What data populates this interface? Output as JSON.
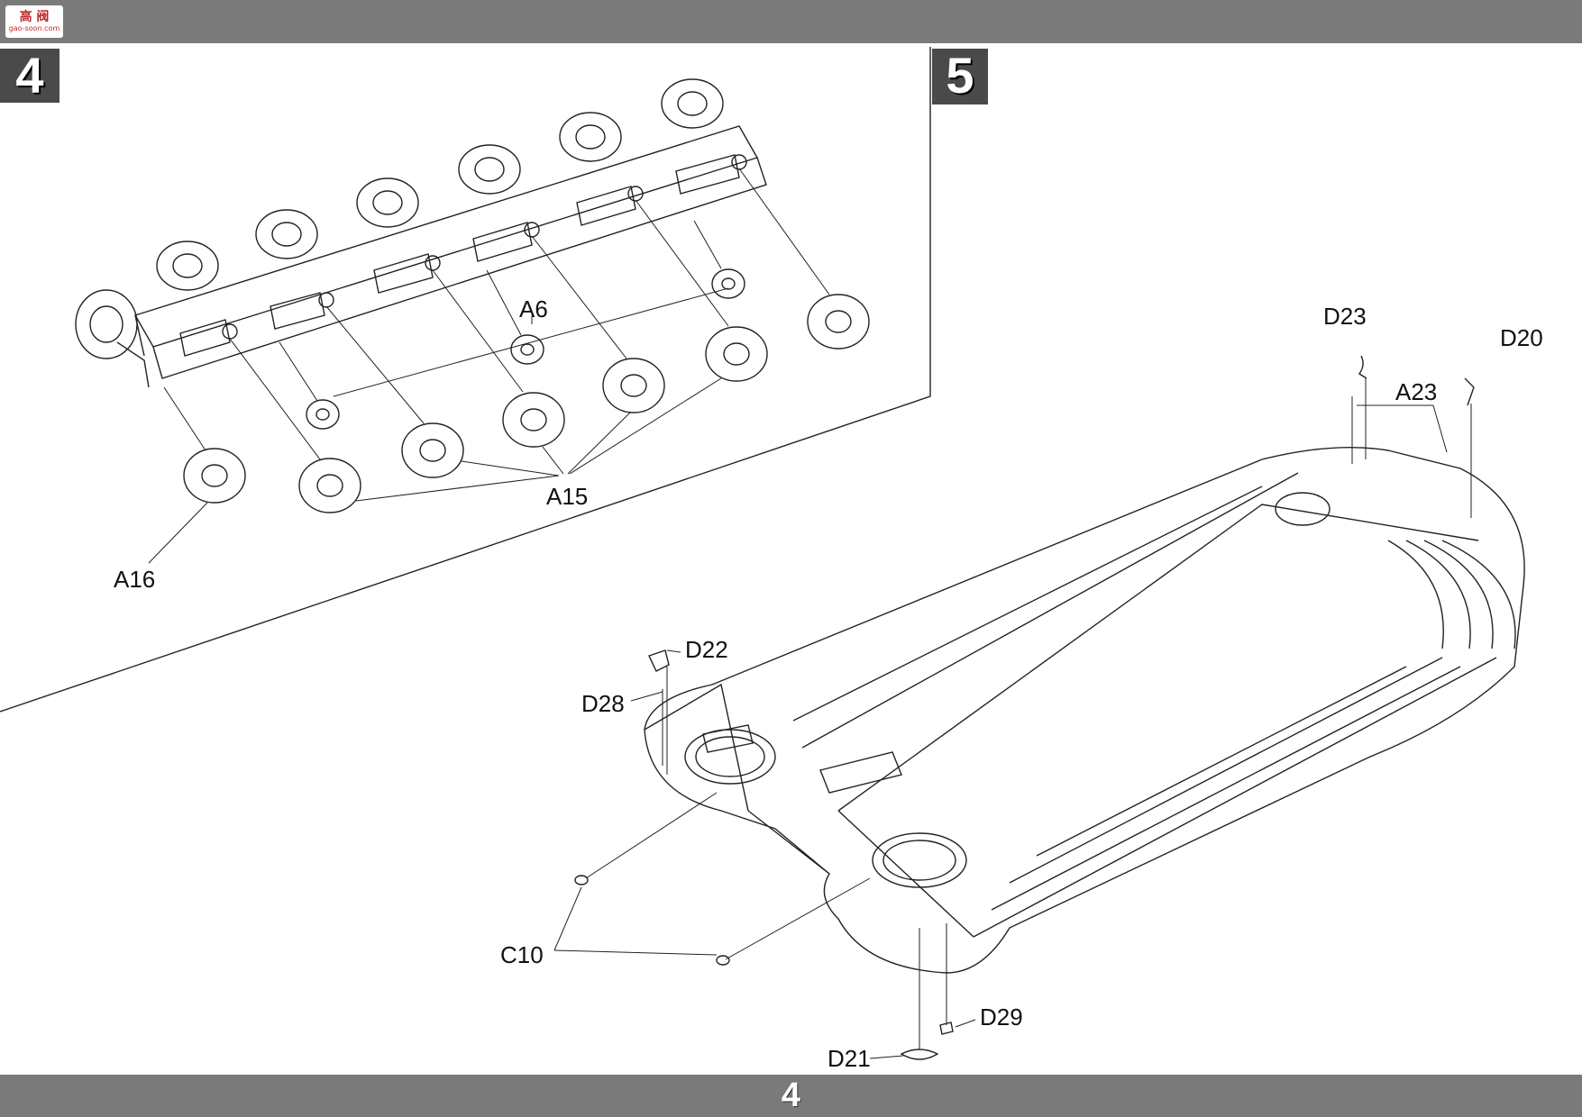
{
  "header": {
    "logo_main": "高 阀",
    "logo_sub": "gao-soon.com"
  },
  "steps": {
    "step4": "4",
    "step5": "5"
  },
  "step4_labels": {
    "a6": "A6",
    "a15": "A15",
    "a16": "A16"
  },
  "step5_labels": {
    "d23": "D23",
    "d20": "D20",
    "a23": "A23",
    "d22": "D22",
    "d28": "D28",
    "c10": "C10",
    "d29": "D29",
    "d21": "D21"
  },
  "footer": {
    "page_number": "4"
  }
}
